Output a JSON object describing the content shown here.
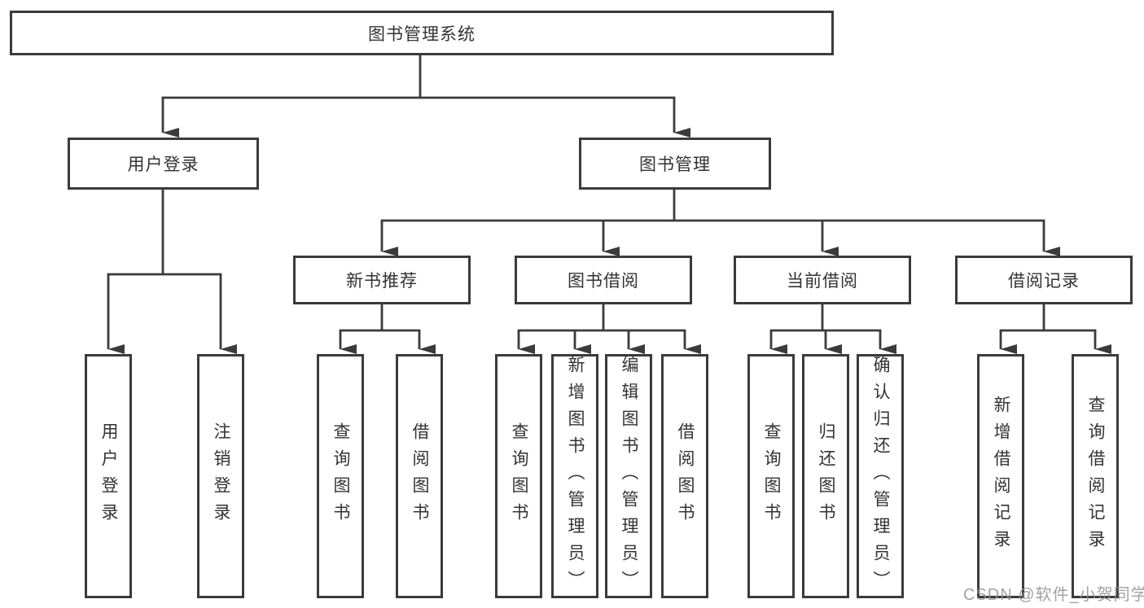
{
  "diagram": {
    "root": {
      "label": "图书管理系统"
    },
    "level2": [
      {
        "label": "用户登录"
      },
      {
        "label": "图书管理"
      }
    ],
    "level3": [
      {
        "label": "新书推荐"
      },
      {
        "label": "图书借阅"
      },
      {
        "label": "当前借阅"
      },
      {
        "label": "借阅记录"
      }
    ],
    "leaves": [
      {
        "label": "用户登录"
      },
      {
        "label": "注销登录"
      },
      {
        "label": "查询图书"
      },
      {
        "label": "借阅图书"
      },
      {
        "label": "查询图书"
      },
      {
        "label": "新增图书（管理员）"
      },
      {
        "label": "编辑图书（管理员）"
      },
      {
        "label": "借阅图书"
      },
      {
        "label": "查询图书"
      },
      {
        "label": "归还图书"
      },
      {
        "label": "确认归还（管理员）"
      },
      {
        "label": "新增借阅记录"
      },
      {
        "label": "查询借阅记录"
      }
    ],
    "colors": {
      "line": "#3b3b3b",
      "text": "#333333",
      "background": "#ffffff",
      "watermark": "#9196a0"
    }
  },
  "watermark": {
    "text": "CSDN @软件_小贺同学"
  }
}
